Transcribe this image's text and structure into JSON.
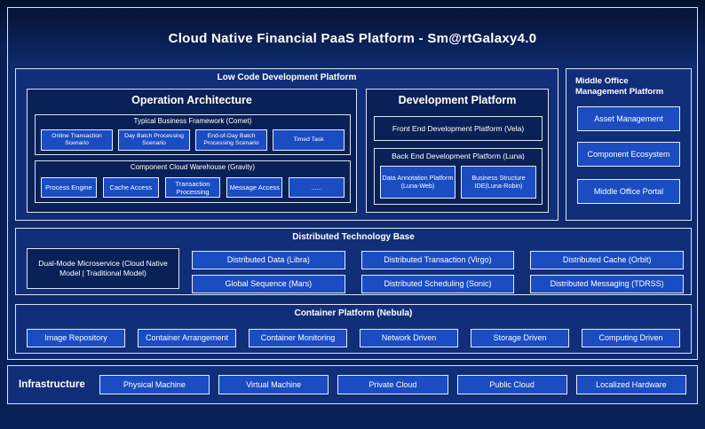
{
  "title": "Cloud Native Financial PaaS Platform - Sm@rtGalaxy4.0",
  "colors": {
    "page_bg": "#0a2158",
    "panel_bg": "#0d2a6c",
    "section_bg": "#112e78",
    "inner_box_bg": "#0a2157",
    "leaf_box_bg": "#1b4cc1",
    "border": "#d9e3f6",
    "text": "#ffffff"
  },
  "low_code": {
    "title": "Low Code Development Platform",
    "operation_architecture": {
      "title": "Operation Architecture",
      "typical_business": {
        "title": "Typical Business Framework (Comet)",
        "items": [
          "Online Transaction Scenario",
          "Day Batch Processing Scenario",
          "End-of-Day Batch Processing Scenario",
          "Timed Task"
        ]
      },
      "component_cloud": {
        "title": "Component Cloud Warehouse (Gravity)",
        "items": [
          "Process Engine",
          "Cache Access",
          "Transaction Processing",
          "Message Access",
          "......"
        ]
      }
    },
    "development_platform": {
      "title": "Development Platform",
      "front_end": "Front End Development Platform (Vela)",
      "back_end": {
        "title": "Back End Development Platform (Luna)",
        "items": [
          "Data Annotation Platform (Luna-Web)",
          "Business Structure IDE(Luna-Robin)"
        ]
      }
    }
  },
  "middle_office": {
    "title": "Middle Office Management Platform",
    "items": [
      "Asset Management",
      "Component Ecosystem",
      "Middle Office Portal"
    ]
  },
  "distributed_base": {
    "title": "Distributed Technology Base",
    "dual_mode": "Dual-Mode Microservice (Cloud Native Model | Traditional Model)",
    "items": [
      "Distributed Data (Libra)",
      "Distributed Transaction (Virgo)",
      "Distributed Cache (Orbit)",
      "Global Sequence (Mars)",
      "Distributed Scheduling (Sonic)",
      "Distributed Messaging (TDRSS)"
    ]
  },
  "container_platform": {
    "title": "Container Platform (Nebula)",
    "items": [
      "Image Repository",
      "Container Arrangement",
      "Container Monitoring",
      "Network Driven",
      "Storage Driven",
      "Computing Driven"
    ]
  },
  "infrastructure": {
    "title": "Infrastructure",
    "items": [
      "Physical Machine",
      "Virtual Machine",
      "Private Cloud",
      "Public Cloud",
      "Localized Hardware"
    ]
  }
}
